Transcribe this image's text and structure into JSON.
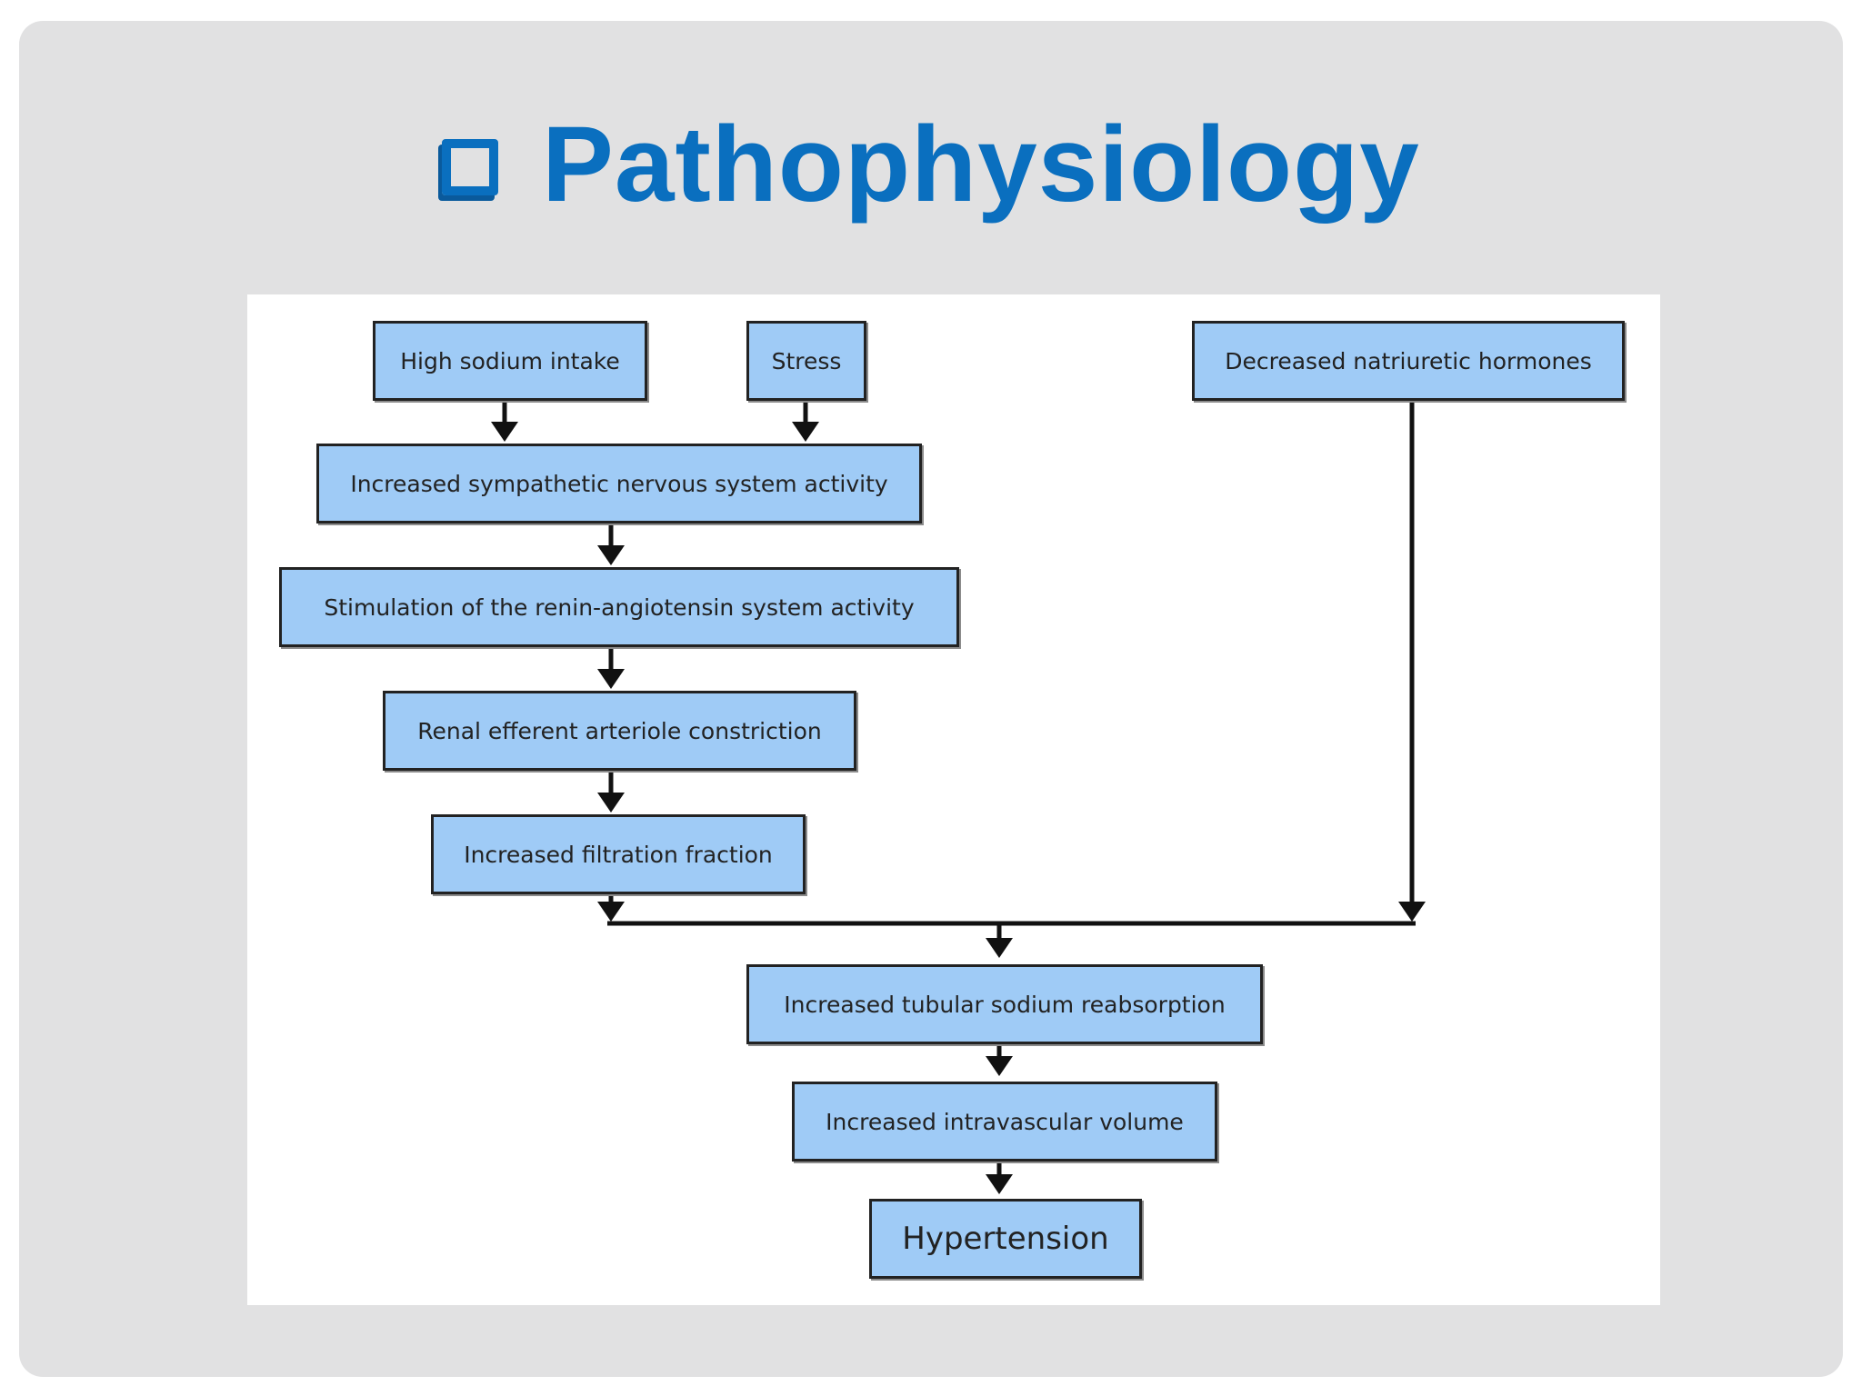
{
  "slide": {
    "title": "Pathophysiology",
    "title_icon": "hollow-square-bullet-icon",
    "accent_color": "#0a6fbf"
  },
  "diagram": {
    "box_color": "#9fcbf6",
    "nodes": {
      "high_sodium": "High sodium intake",
      "stress": "Stress",
      "natriuretic": "Decreased natriuretic hormones",
      "sympathetic": "Increased sympathetic nervous system activity",
      "renin": "Stimulation of the renin-angiotensin system activity",
      "renal": "Renal efferent arteriole constriction",
      "filtration": "Increased filtration fraction",
      "tubular": "Increased tubular sodium reabsorption",
      "volume": "Increased intravascular volume",
      "hypertension": "Hypertension"
    },
    "edges": [
      [
        "high_sodium",
        "sympathetic"
      ],
      [
        "stress",
        "sympathetic"
      ],
      [
        "sympathetic",
        "renin"
      ],
      [
        "renin",
        "renal"
      ],
      [
        "renal",
        "filtration"
      ],
      [
        "filtration",
        "tubular"
      ],
      [
        "natriuretic",
        "tubular"
      ],
      [
        "tubular",
        "volume"
      ],
      [
        "volume",
        "hypertension"
      ]
    ]
  }
}
